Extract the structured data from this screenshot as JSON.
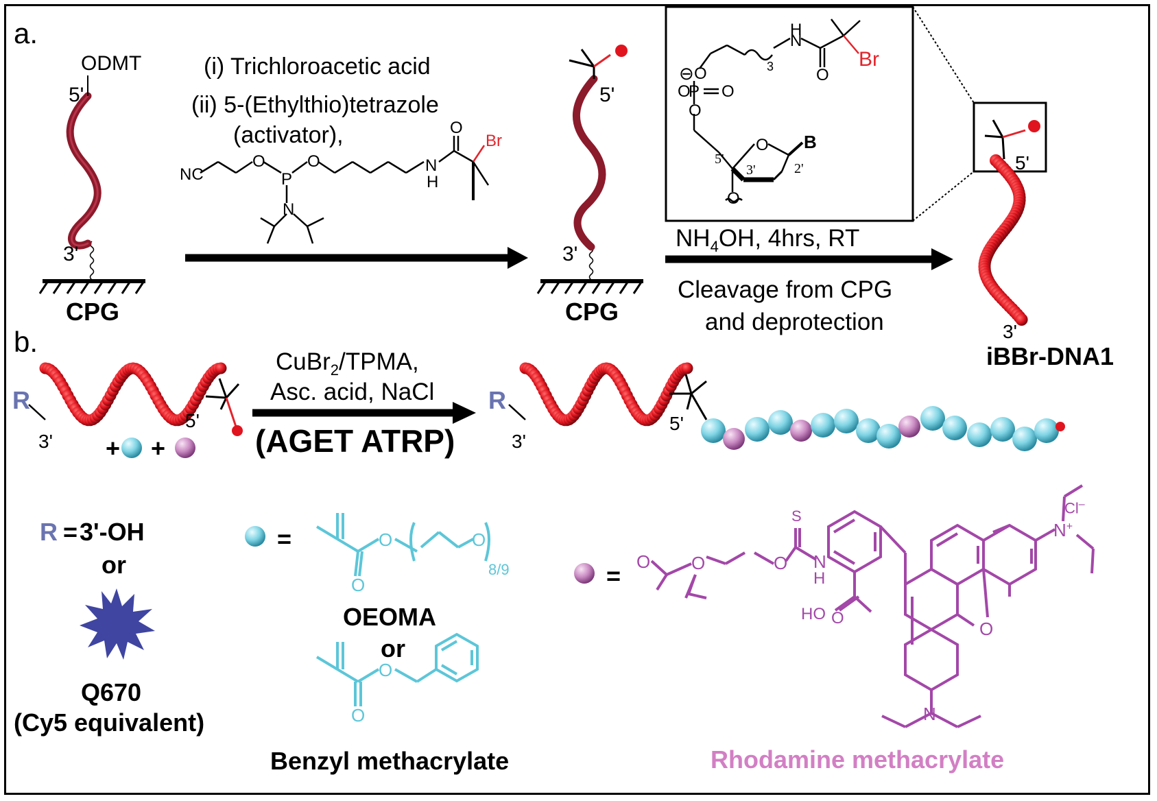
{
  "figure": {
    "panel_a": {
      "label": "a.",
      "start": {
        "group": "ODMT",
        "five_prime": "5'",
        "three_prime": "3'",
        "support": "CPG"
      },
      "reagents": {
        "step1": "(i) Trichloroacetic acid",
        "step2": "(ii) 5-(Ethylthio)tetrazole",
        "step2b": "(activator),"
      },
      "phosphoramidite_atoms": {
        "nc": "NC",
        "o1": "O",
        "p": "P",
        "o2": "O",
        "n": "N",
        "nh": "N",
        "h": "H",
        "o3": "O",
        "br": "Br"
      },
      "intermediate": {
        "five_prime": "5'",
        "three_prime": "3'",
        "support": "CPG"
      },
      "inset_atoms": {
        "minus": "⊖",
        "o1": "O",
        "p": "P",
        "o2": "O",
        "o3": "O",
        "o4": "O",
        "nh": "H",
        "n": "N",
        "o5": "O",
        "br": "Br",
        "sub": "3",
        "ring_o": "O",
        "b": "B",
        "p5": "5'",
        "p3": "3'",
        "p2": "2'",
        "o6": "O"
      },
      "cleavage": {
        "cond_pre": "NH",
        "cond_sub": "4",
        "cond_post": "OH, 4hrs, RT",
        "line1": "Cleavage from CPG",
        "line2": "and deprotection"
      },
      "product": {
        "five_prime": "5'",
        "three_prime": "3'",
        "name": "iBBr-DNA1"
      }
    },
    "panel_b": {
      "label": "b.",
      "reactant": {
        "r": "R",
        "three_prime": "3'",
        "five_prime": "5'",
        "plus1": "+",
        "plus2": "+"
      },
      "conditions": {
        "line1_pre": "CuBr",
        "line1_sub": "2",
        "line1_post": "/TPMA,",
        "line2": "Asc. acid, NaCl",
        "method": "(AGET ATRP)"
      },
      "product": {
        "r": "R",
        "three_prime": "3'",
        "five_prime": "5'"
      },
      "r_definition": {
        "r": "R",
        "eq": "=",
        "opt1": "3'-OH",
        "or": "or",
        "dye": "Q670",
        "dye_note": "(Cy5 equivalent)"
      },
      "monomers": {
        "eq1": "=",
        "oeoma_o1": "O",
        "oeoma_o2": "O",
        "oeoma_o3": "O",
        "repeat": "8/9",
        "oeoma": "OEOMA",
        "or": "or",
        "bz_o1": "O",
        "bz_o2": "O",
        "benzyl": "Benzyl methacrylate",
        "eq2": "=",
        "rho": "Rhodamine methacrylate",
        "rho_atoms": {
          "o1": "O",
          "o2": "O",
          "o3": "O",
          "s": "S",
          "n": "N",
          "h": "H",
          "cl": "Cl",
          "clminus": "–",
          "nplus": "N",
          "plus": "+",
          "ho": "HO",
          "o4": "O",
          "o5": "O",
          "n2": "N"
        }
      }
    },
    "colors": {
      "dna_dark": "#8b1a2b",
      "bead_red": "#e0141e",
      "bromine": "#e3242b",
      "oeoma": "#5cc6d8",
      "rhodamine": "#a347a8",
      "r_blue": "#6a74b0",
      "dye_star": "#3f45a0",
      "rho_label": "#d27fc4"
    }
  }
}
